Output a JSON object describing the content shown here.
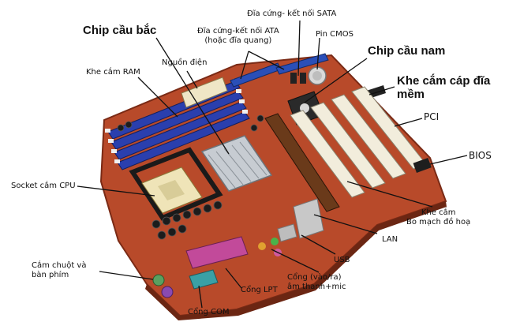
{
  "labels": {
    "chip_bac": "Chip cầu bắc",
    "sata": "Đĩa cứng- kết nối SATA",
    "ata_1": "Đĩa cứng-kết nối ATA",
    "ata_2": "(hoặc đĩa quang)",
    "pin_cmos": "Pin CMOS",
    "chip_nam": "Chip cầu nam",
    "nguon": "Nguồn điện",
    "ram": "Khe cắm RAM",
    "floppy_1": "Khe cắm cáp đĩa",
    "floppy_2": "mềm",
    "pci": "PCI",
    "bios": "BIOS",
    "socket": "Socket cắm CPU",
    "agp_1": "Khe cắm",
    "agp_2": "Bo mạch đồ hoạ",
    "lan": "LAN",
    "usb": "USB",
    "mouse_1": "Cắm chuột và",
    "mouse_2": "bàn phím",
    "lpt": "Cổng LPT",
    "audio_1": "Cổng (vào/ra)",
    "audio_2": "âm thanh+mic",
    "com": "Cổng COM"
  },
  "colors": {
    "pcb": "#b84a2a",
    "ram_slot": "#2a3fae",
    "pci_slot": "#f2eddc",
    "ide_slot": "#2a4fb8",
    "lpt_port": "#c24a9a",
    "com_port": "#3aa0a6",
    "ps2_mouse": "#5aa060",
    "ps2_keyboard": "#8a4ab2"
  }
}
